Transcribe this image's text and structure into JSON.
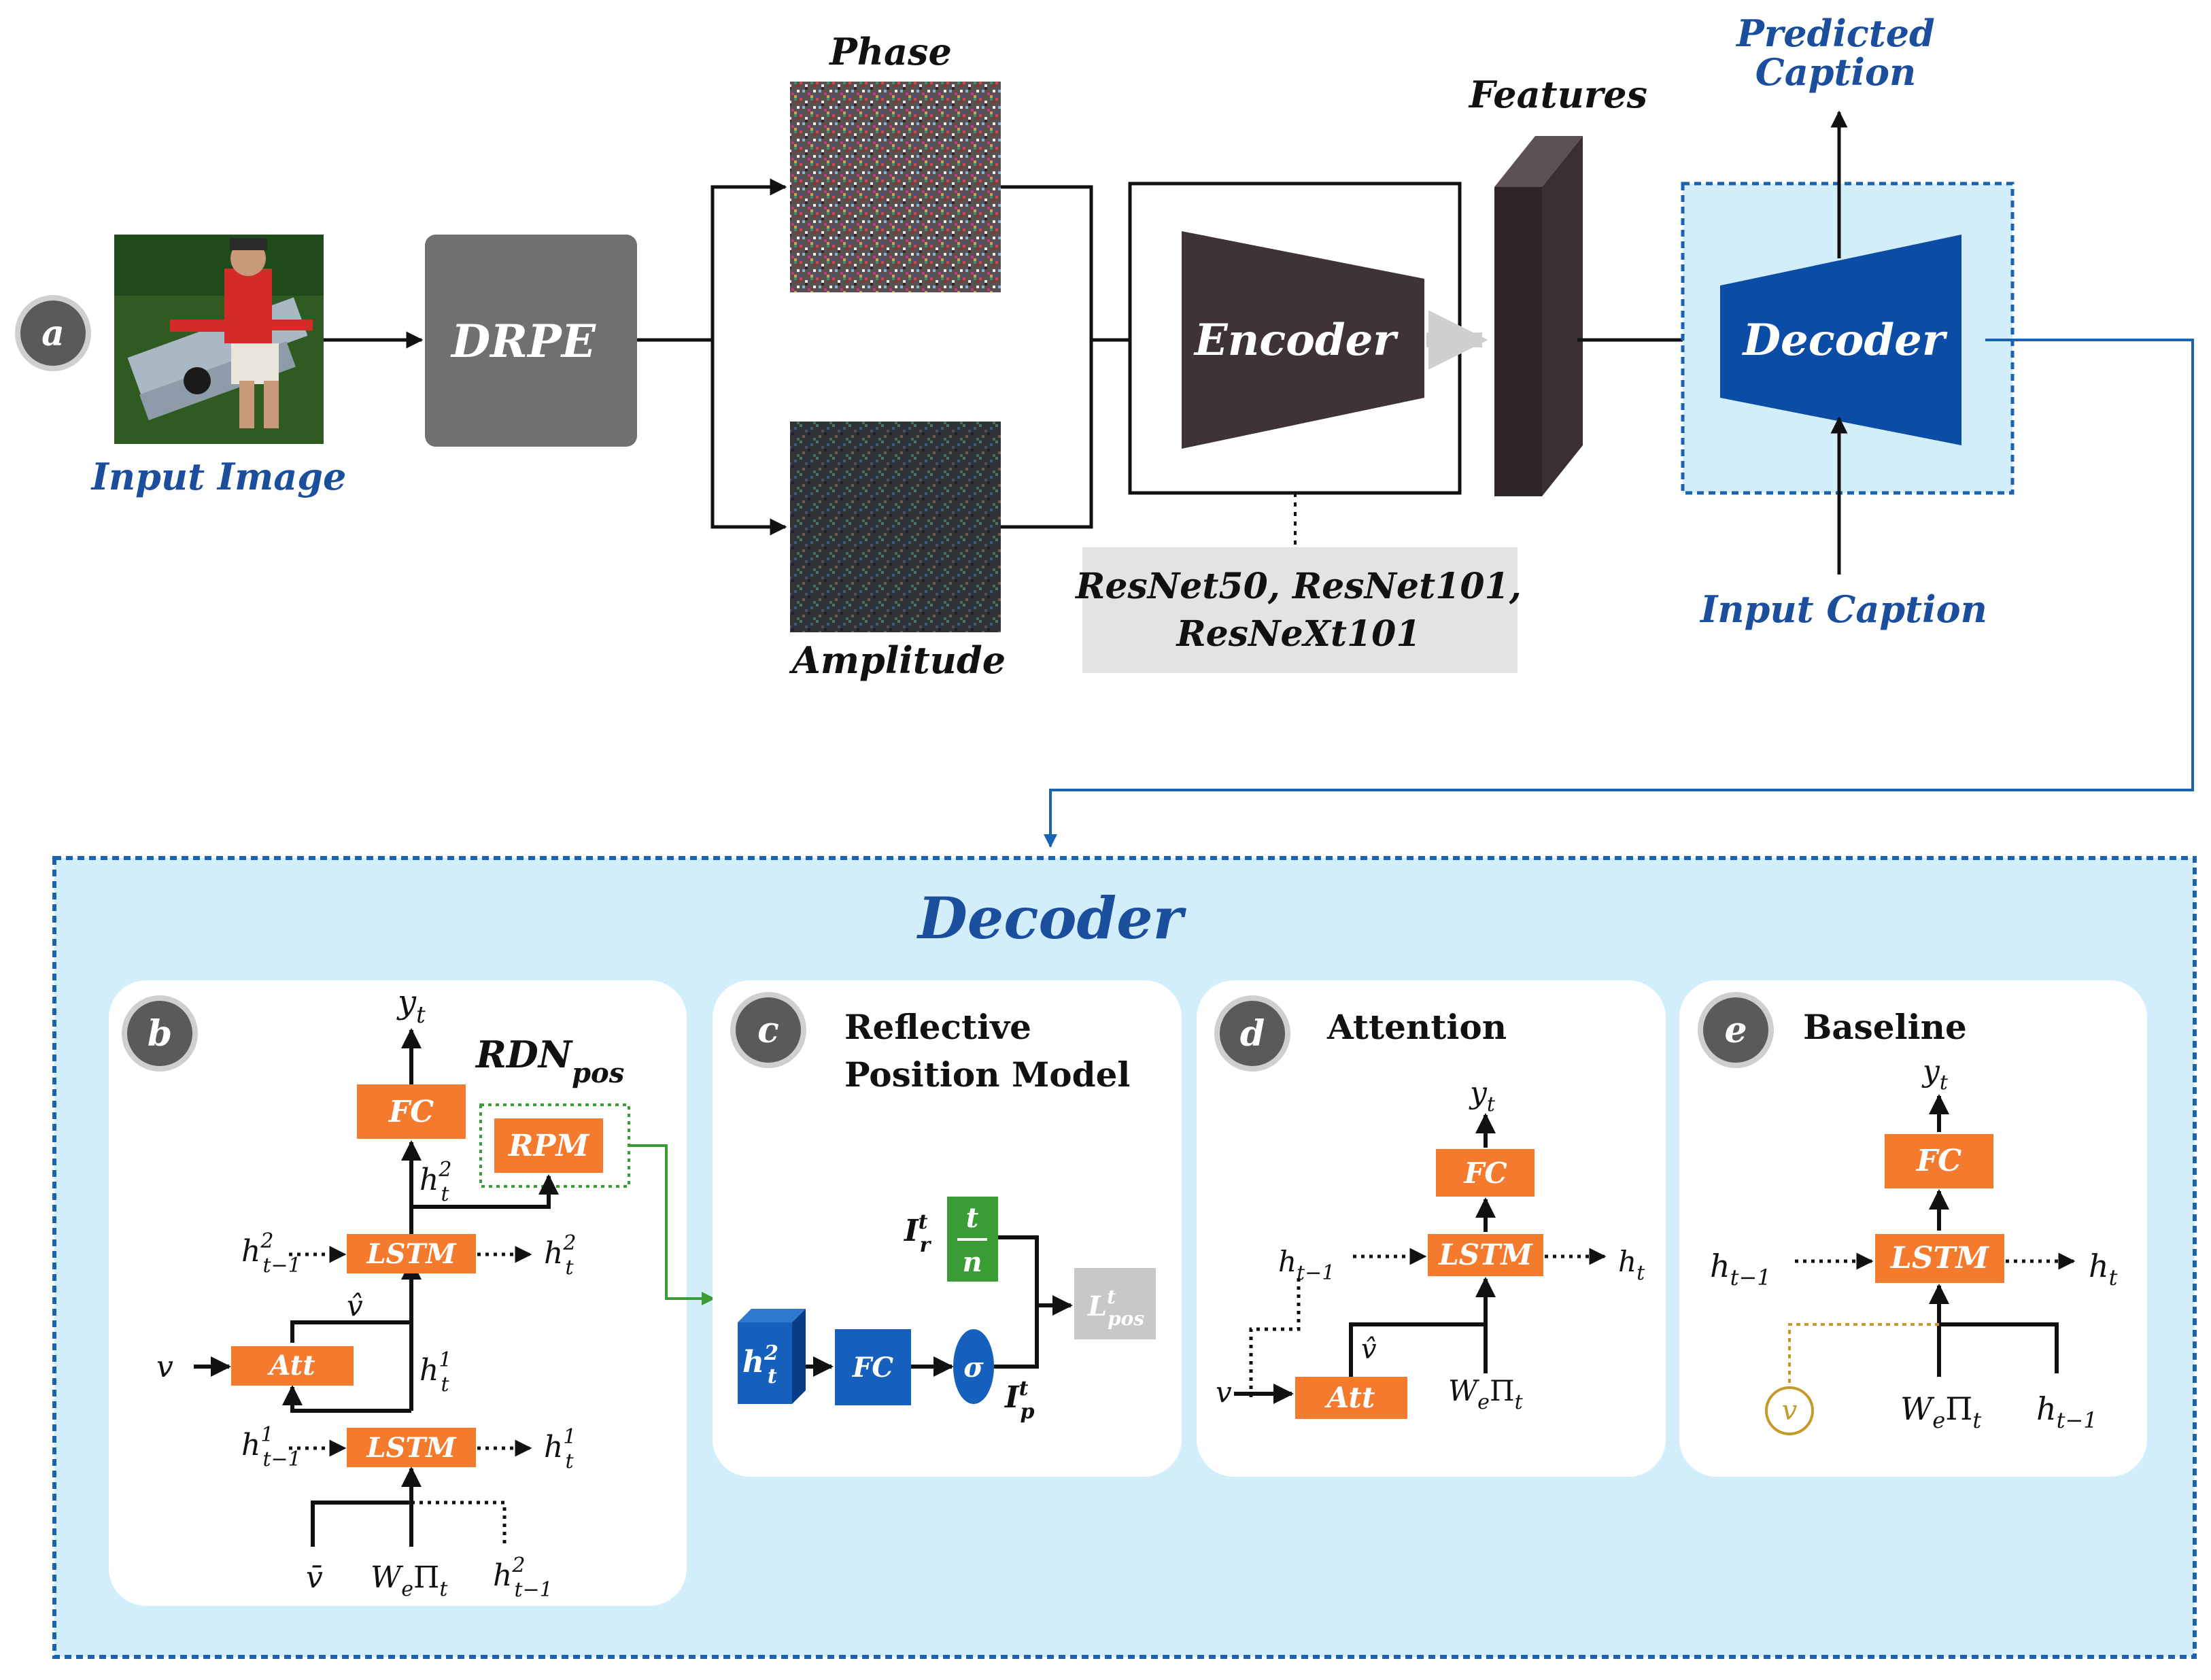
{
  "colors": {
    "decoder_blue": "#0a4ca6",
    "accent_text_blue": "#1b4f9e",
    "light_blue_bg": "#d3eefb",
    "orange": "#f47a2e",
    "green": "#3a9c35",
    "gray_box": "#707070",
    "encoder_dark": "#3e3338",
    "caption_gray_bg": "#e3e3e3"
  },
  "pipeline": {
    "badge": "a",
    "input_image_label": "Input Image",
    "drpe_label": "DRPE",
    "phase_label": "Phase",
    "amplitude_label": "Amplitude",
    "encoder_label": "Encoder",
    "backbones_line1": "ResNet50, ResNet101,",
    "backbones_line2": "ResNeXt101",
    "features_label": "Features",
    "decoder_label": "Decoder",
    "predicted_caption_line1": "Predicted",
    "predicted_caption_line2": "Caption",
    "input_caption_label": "Input Caption"
  },
  "decoder_section": {
    "title": "Decoder"
  },
  "panel_b": {
    "badge": "b",
    "title_main": "RDN",
    "title_sub": "pos",
    "fc": "FC",
    "rpm": "RPM",
    "lstm_top": "LSTM",
    "lstm_bottom": "LSTM",
    "att": "Att",
    "y": "y",
    "t": "t",
    "h": "h",
    "sup2": "2",
    "sup1": "1",
    "t_minus_1": "t−1",
    "v": "v",
    "v_hat": "v̂",
    "v_bar": "v̄",
    "we_pi": "W",
    "e": "e",
    "pi": "Π"
  },
  "panel_c": {
    "badge": "c",
    "title_line1": "Reflective",
    "title_line2": "Position Model",
    "fc": "FC",
    "sigma": "σ",
    "frac_num": "t",
    "frac_den": "n",
    "i": "I",
    "sub_r": "r",
    "sub_p": "p",
    "sup_t": "t",
    "l": "L",
    "sub_pos": "pos",
    "h": "h",
    "sup2": "2",
    "t": "t"
  },
  "panel_d": {
    "badge": "d",
    "title": "Attention",
    "fc": "FC",
    "lstm": "LSTM",
    "att": "Att"
  },
  "panel_e": {
    "badge": "e",
    "title": "Baseline",
    "fc": "FC",
    "lstm": "LSTM",
    "v": "v"
  }
}
